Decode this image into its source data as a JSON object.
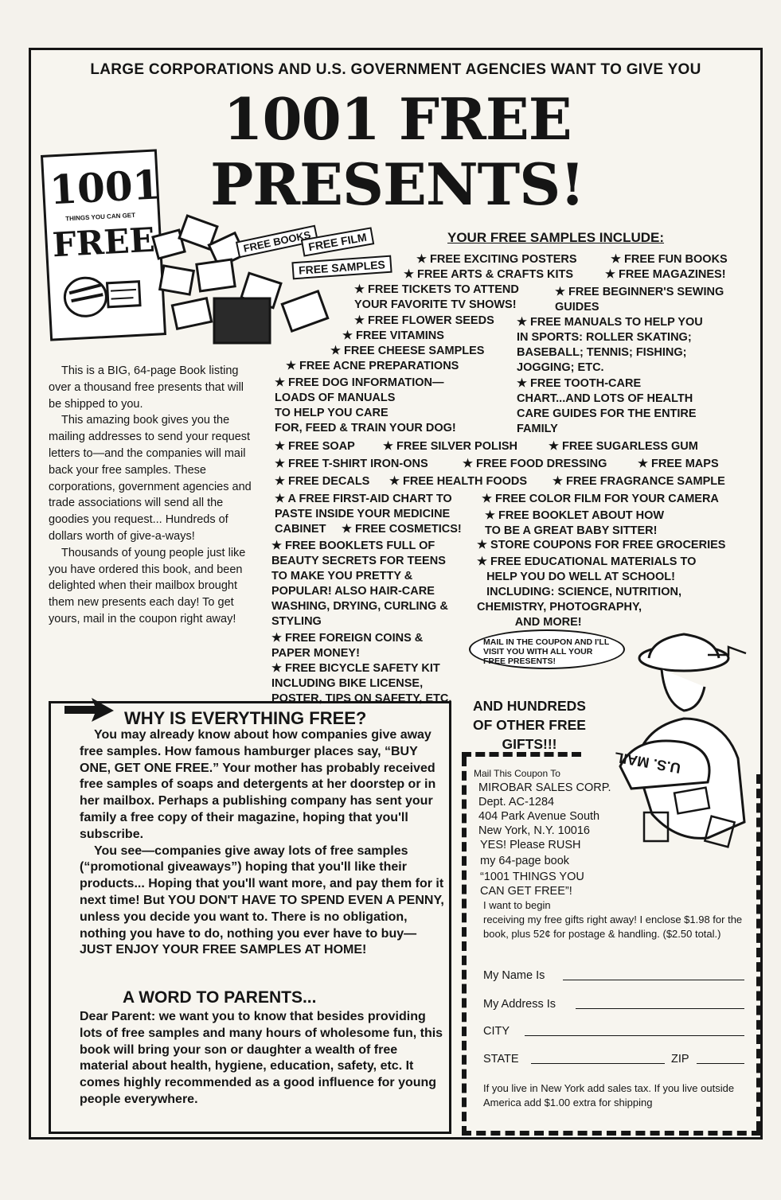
{
  "tagline": "LARGE CORPORATIONS AND U.S. GOVERNMENT AGENCIES WANT TO GIVE YOU",
  "headline": [
    "1001 FREE",
    "PRESENTS!"
  ],
  "book": {
    "number": "1001",
    "subtitle": "THINGS YOU CAN GET",
    "free": "FREE"
  },
  "labels": [
    "FREE BOOKS",
    "FREE FILM",
    "FREE SAMPLES"
  ],
  "samples_title": "YOUR FREE SAMPLES INCLUDE:",
  "samples": [
    "★ FREE EXCITING POSTERS",
    "★ FREE FUN BOOKS",
    "★ FREE ARTS & CRAFTS KITS",
    "★ FREE MAGAZINES!",
    "★ FREE TICKETS TO ATTEND\nYOUR FAVORITE TV SHOWS!",
    "★ FREE BEGINNER'S SEWING\nGUIDES",
    "★ FREE FLOWER SEEDS",
    "★ FREE VITAMINS",
    "★ FREE CHEESE SAMPLES",
    "★ FREE MANUALS TO HELP YOU\nIN SPORTS: ROLLER SKATING;\nBASEBALL; TENNIS; FISHING;\nJOGGING; ETC.",
    "★ FREE ACNE PREPARATIONS",
    "★ FREE DOG INFORMATION—\nLOADS OF MANUALS\nTO HELP YOU CARE\nFOR, FEED & TRAIN YOUR DOG!",
    "★ FREE TOOTH-CARE\nCHART...AND LOTS OF HEALTH\nCARE GUIDES FOR THE ENTIRE\nFAMILY",
    "★ FREE SOAP",
    "★ FREE SILVER POLISH",
    "★ FREE SUGARLESS GUM",
    "★ FREE T-SHIRT IRON-ONS",
    "★ FREE FOOD DRESSING",
    "★ FREE MAPS",
    "★ FREE DECALS",
    "★ FREE HEALTH FOODS",
    "★ FREE FRAGRANCE SAMPLE",
    "★ A FREE FIRST-AID CHART TO\nPASTE INSIDE YOUR MEDICINE\nCABINET",
    "★ FREE COSMETICS!",
    "★ FREE COLOR FILM FOR YOUR CAMERA",
    "★ FREE BOOKLET ABOUT HOW\nTO BE A GREAT BABY SITTER!",
    "★ STORE COUPONS FOR FREE GROCERIES",
    "★ FREE BOOKLETS FULL OF\nBEAUTY SECRETS FOR TEENS\nTO MAKE YOU PRETTY &\nPOPULAR! ALSO HAIR-CARE\nWASHING, DRYING, CURLING &\nSTYLING",
    "★ FREE EDUCATIONAL MATERIALS TO\n   HELP YOU DO WELL AT SCHOOL!\n   INCLUDING: SCIENCE, NUTRITION,\nCHEMISTRY, PHOTOGRAPHY,\n            AND MORE!",
    "★ FREE FOREIGN COINS &\nPAPER MONEY!",
    "★ FREE BICYCLE SAFETY KIT\nINCLUDING BIKE LICENSE,\nPOSTER, TIPS ON SAFETY, ETC."
  ],
  "intro": [
    "This is a BIG, 64-page Book listing over a thousand free presents that will be shipped to you.",
    "This amazing book gives you the mailing addresses to send your request letters to—and the companies will mail back your free samples. These corporations, government agencies and trade associations will send all the goodies you request... Hundreds of dollars worth of give-a-ways!",
    "Thousands of young people just like you have ordered this book, and been delighted when their mailbox brought them new presents each day! To get yours, mail in the coupon right away!"
  ],
  "why": {
    "title": "WHY IS EVERYTHING FREE?",
    "paragraphs": [
      "You may already know about how companies give away free samples. How famous hamburger places say, “BUY ONE, GET ONE FREE.” Your mother has probably received free samples of soaps and detergents at her doorstep or in her mailbox. Perhaps a publishing company has sent your family a free copy of their magazine, hoping that you'll subscribe.",
      "You see—companies give away lots of free samples (“promotional giveaways”) hoping that you'll like their products... Hoping that you'll want more, and pay them for it next time! But YOU DON'T HAVE TO SPEND EVEN A PENNY, unless you decide you want to. There is no obligation, nothing you have to do, nothing you ever have to buy—JUST ENJOY YOUR FREE SAMPLES AT HOME!"
    ],
    "parents_title": "A WORD TO PARENTS...",
    "parents_body": "Dear Parent: we want you to know that besides providing lots of free samples and many hours of wholesome fun, this book will bring your son or daughter a wealth of free material about health, hygiene, education, safety, etc. It comes highly recommended as a good influence for young people everywhere."
  },
  "bubble": "MAIL IN THE COUPON AND I'LL VISIT YOU WITH ALL YOUR FREE PRESENTS!",
  "mailbag": "U.S. MAIL",
  "hundreds": "AND HUNDREDS OF OTHER FREE GIFTS!!!",
  "coupon": {
    "header": "Mail This Coupon To",
    "address": [
      "MIROBAR SALES CORP.",
      "Dept. AC-1284",
      "404 Park Avenue South",
      "New York, N.Y. 10016"
    ],
    "order": [
      "YES! Please RUSH",
      "my 64-page book",
      "“1001 THINGS YOU",
      "CAN GET FREE”!",
      "I want to begin"
    ],
    "order_cont": "receiving my free gifts right away! I enclose $1.98 for the book, plus 52¢ for postage & handling. ($2.50 total.)",
    "name_label": "My Name Is",
    "address_label": "My Address Is",
    "city_label": "CITY",
    "state_label": "STATE",
    "zip_label": "ZIP",
    "footer": "If you live in New York add sales tax. If you live outside America add $1.00 extra for shipping"
  }
}
